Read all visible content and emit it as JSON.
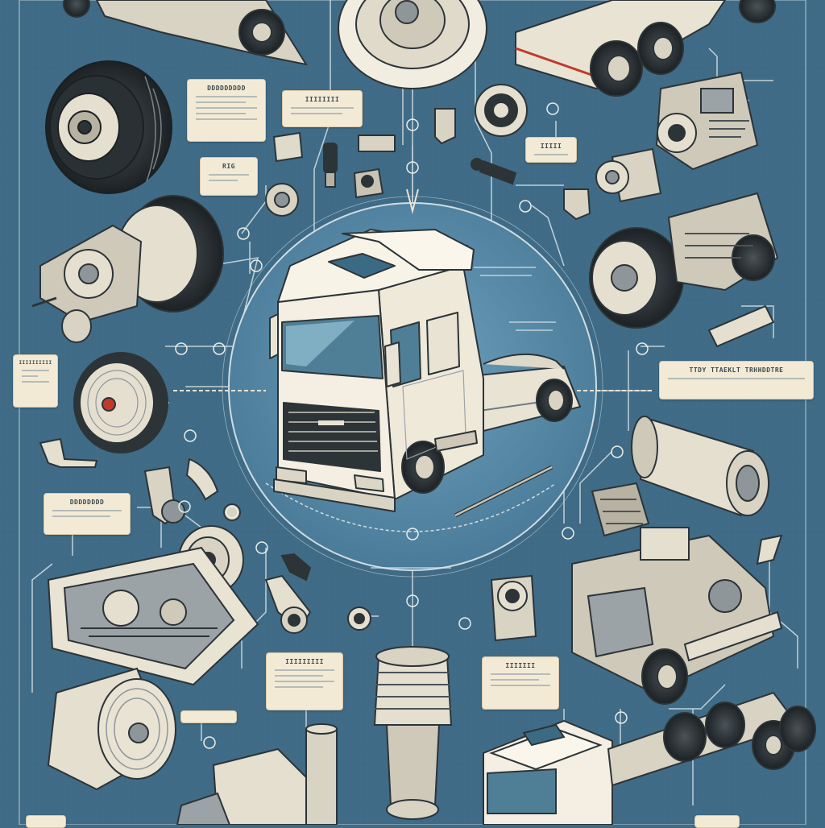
{
  "image_kind": "illustrated infographic of truck parts",
  "palette": {
    "background": "#3f6b86",
    "circle": "#5d90ad",
    "line": "#cfdde3",
    "card": "#f3ead6",
    "part_light": "#e9e3d4",
    "part_dark": "#2c3437",
    "tire": "#2a2f33"
  },
  "labels": {
    "card_1": "DDDDDDDDD",
    "card_2": "IIIIIIII",
    "card_3": "RIG",
    "card_4": "IIIII",
    "card_5": "TTDY TTAEKLT TRHHDDTRE",
    "card_6": "IIIIIIIIII",
    "card_7": "DDDDDDDD",
    "card_8": "IIIIIIIII",
    "card_9": "IIIIIII"
  }
}
